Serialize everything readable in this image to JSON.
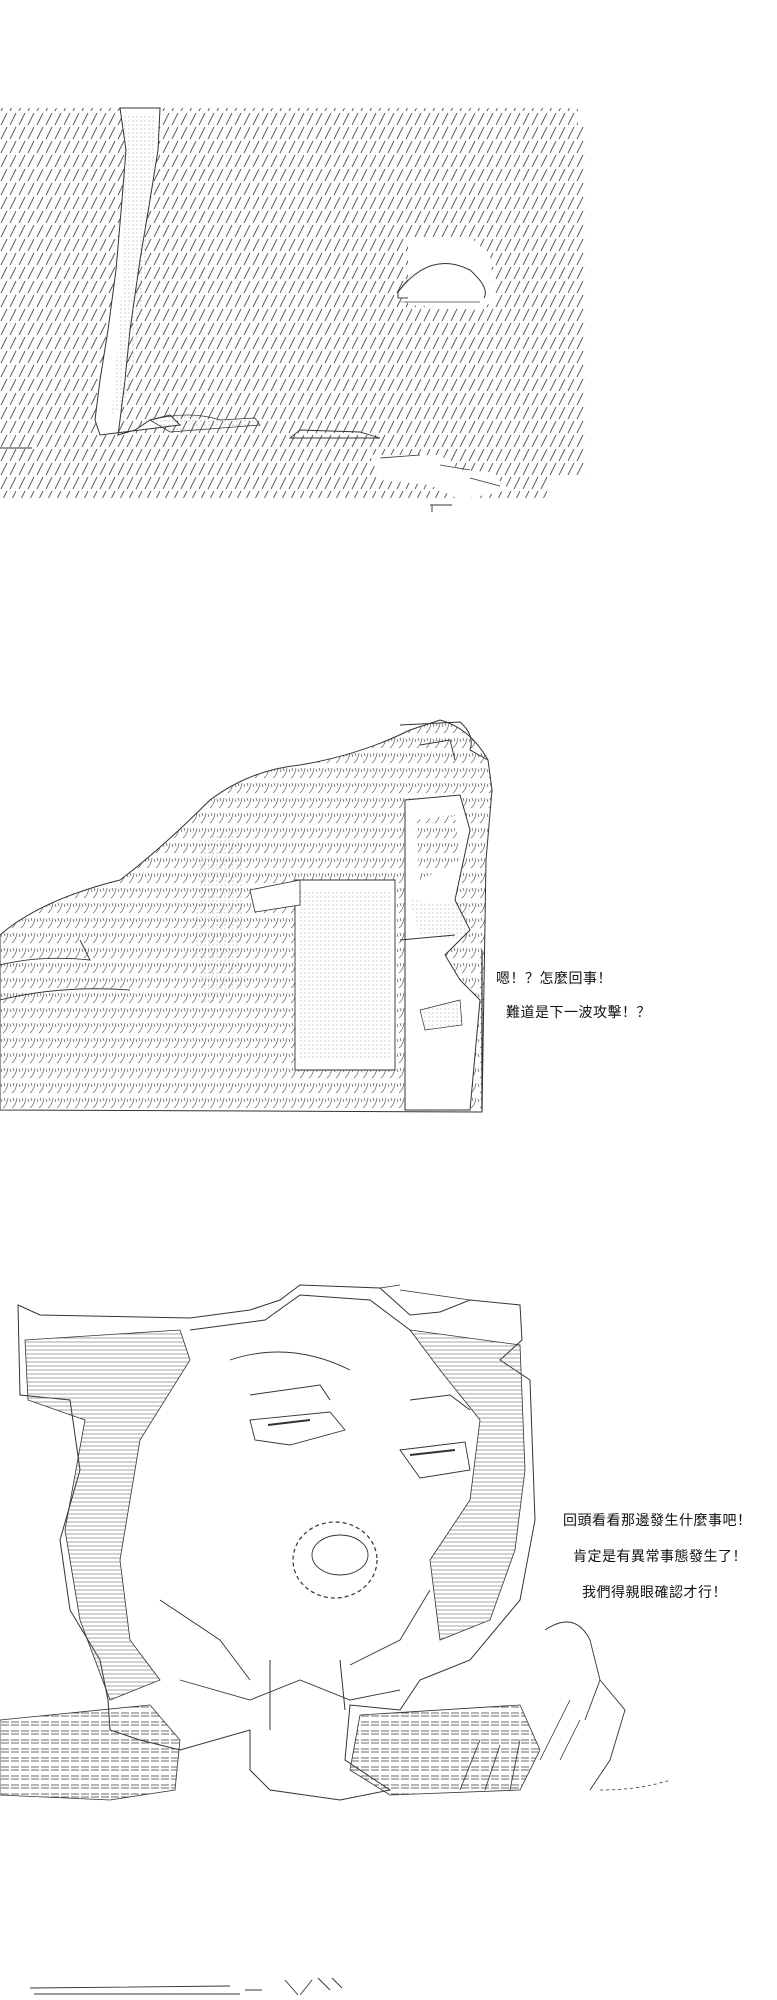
{
  "panels": [
    {
      "name": "panel-1",
      "description_hidden": true,
      "dialogue": []
    },
    {
      "name": "panel-2",
      "dialogue": [
        "嗯！？怎麼回事！",
        "難道是下一波攻擊！？"
      ]
    },
    {
      "name": "panel-3",
      "dialogue": [
        "回頭看看那邊發生什麼事吧！",
        "肯定是有異常事態發生了！",
        "我們得親眼確認才行！"
      ]
    }
  ],
  "colors": {
    "background": "#ffffff",
    "ink": "#2a2a2a",
    "hatch": "#555555"
  }
}
